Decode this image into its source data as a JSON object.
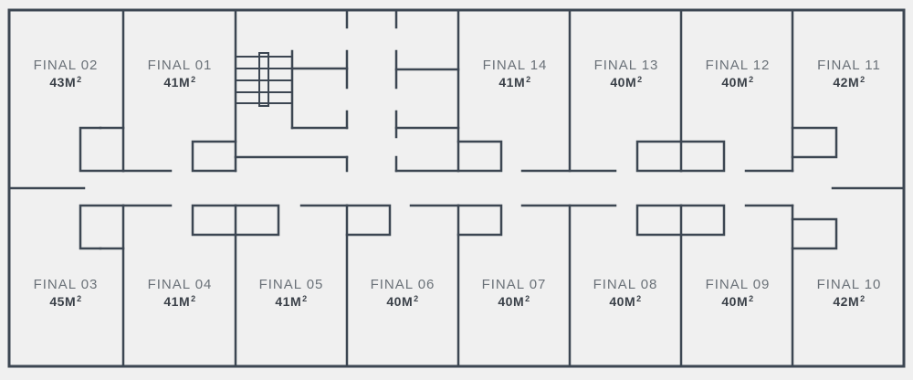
{
  "floor_plan": {
    "colors": {
      "background": "#f0f0f0",
      "wall": "#3c4652",
      "label": "#6a7178",
      "area": "#3a4048"
    },
    "area_unit": "M",
    "area_unit_sup": "2",
    "units": [
      {
        "id": "final-02",
        "name": "FINAL 02",
        "area": "43"
      },
      {
        "id": "final-01",
        "name": "FINAL 01",
        "area": "41"
      },
      {
        "id": "final-14",
        "name": "FINAL 14",
        "area": "41"
      },
      {
        "id": "final-13",
        "name": "FINAL 13",
        "area": "40"
      },
      {
        "id": "final-12",
        "name": "FINAL 12",
        "area": "40"
      },
      {
        "id": "final-11",
        "name": "FINAL 11",
        "area": "42"
      },
      {
        "id": "final-03",
        "name": "FINAL 03",
        "area": "45"
      },
      {
        "id": "final-04",
        "name": "FINAL 04",
        "area": "41"
      },
      {
        "id": "final-05",
        "name": "FINAL 05",
        "area": "41"
      },
      {
        "id": "final-06",
        "name": "FINAL 06",
        "area": "40"
      },
      {
        "id": "final-07",
        "name": "FINAL 07",
        "area": "40"
      },
      {
        "id": "final-08",
        "name": "FINAL 08",
        "area": "40"
      },
      {
        "id": "final-09",
        "name": "FINAL 09",
        "area": "40"
      },
      {
        "id": "final-10",
        "name": "FINAL 10",
        "area": "42"
      }
    ]
  }
}
